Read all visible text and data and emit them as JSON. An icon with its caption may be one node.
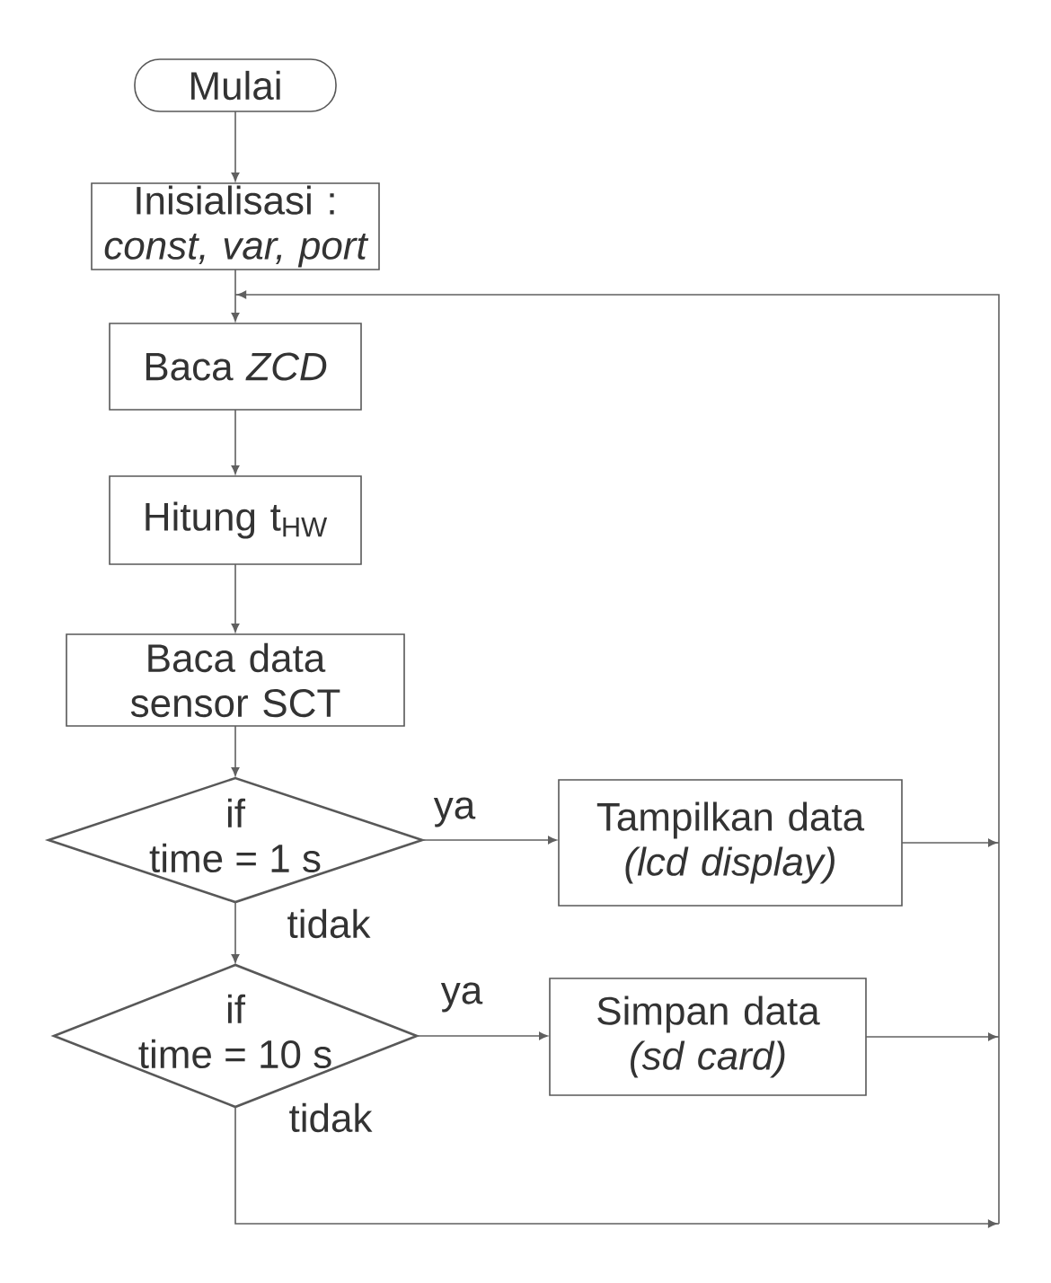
{
  "diagram": {
    "nodes": [
      {
        "text": [
          "Mulai"
        ]
      },
      {
        "text": [
          "Inisialisasi :",
          "const, var, port"
        ]
      },
      {
        "text": [
          "Baca *ZCD*"
        ]
      },
      {
        "text": [
          "Hitung t$_{HW}$"
        ]
      },
      {
        "text": [
          "Baca data sensor SCT"
        ]
      },
      {
        "text": [
          "if",
          "time = 1 s"
        ]
      },
      {
        "text": [
          "Tampilkan data",
          "(lcd display)"
        ]
      },
      {
        "text": [
          "if",
          "time = 10 s"
        ]
      },
      {
        "text": [
          "Simpan data",
          "(sd card)"
        ]
      }
    ],
    "edges": [
      {
        "from": 0,
        "to": 1,
        "arrow": "to"
      },
      {
        "from": 1,
        "to": 2,
        "arrow": "to"
      },
      {
        "from": 2,
        "to": 3,
        "arrow": "to"
      },
      {
        "from": 3,
        "to": 4,
        "arrow": "to"
      },
      {
        "from": 4,
        "to": 5,
        "arrow": "to"
      },
      {
        "from": 5,
        "to": 6,
        "arrow": "to",
        "label": "ya"
      },
      {
        "from": 5,
        "to": 7,
        "arrow": "to",
        "label": "tidak"
      },
      {
        "from": 7,
        "to": 8,
        "arrow": "to",
        "label": "ya"
      },
      {
        "from": 6,
        "to": 2,
        "arrow": "to"
      },
      {
        "from": 8,
        "to": 2,
        "arrow": "to"
      },
      {
        "from": 7,
        "to": 2,
        "arrow": "to",
        "label": "tidak"
      }
    ]
  }
}
